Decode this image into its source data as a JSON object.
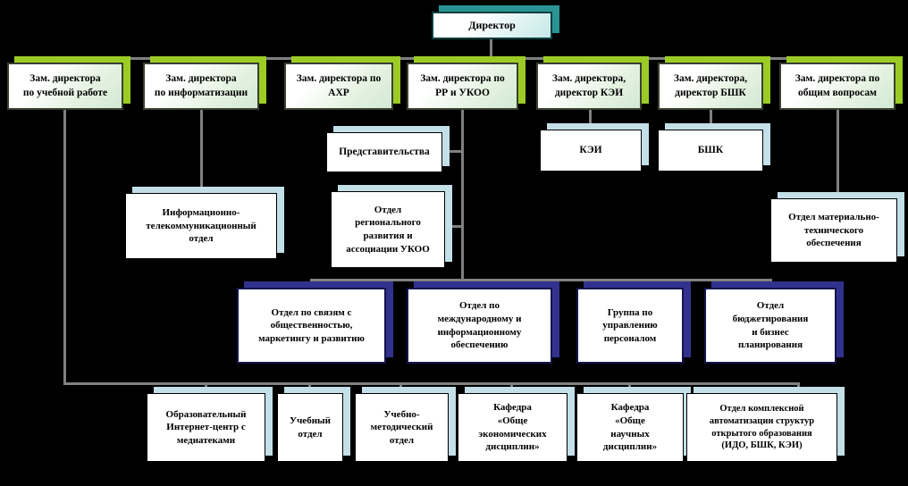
{
  "diagram": {
    "type": "org-chart",
    "colors": {
      "background": "#000000",
      "connector": "#808080",
      "director_shadow": "#2a9494",
      "deputy_shadow": "#9dcb26",
      "department_shadow": "#c3dfe8",
      "division_shadow": "#32328e",
      "box_fill": "#ffffff",
      "text": "#000000"
    },
    "nodes": {
      "director": {
        "label": "Директор"
      },
      "deputy_study": {
        "label": "Зам. директора\nпо учебной работе"
      },
      "deputy_inform": {
        "label": "Зам. директора\nпо информатизации"
      },
      "deputy_ahr": {
        "label": "Зам. директора по\nАХР"
      },
      "deputy_rr_ukoo": {
        "label": "Зам. директора по\nРР и УКОО"
      },
      "deputy_kei": {
        "label": "Зам. директора,\nдиректор КЭИ"
      },
      "deputy_bshk": {
        "label": "Зам. директора,\nдиректор БШК"
      },
      "deputy_general": {
        "label": "Зам. директора по\nобщим вопросам"
      },
      "predstavitelstva": {
        "label": "Представительства"
      },
      "kei": {
        "label": "КЭИ"
      },
      "bshk": {
        "label": "БШК"
      },
      "it_telecom": {
        "label": "Информационно-\nтелекоммуникационный\nотдел"
      },
      "regional_dev": {
        "label": "Отдел\nрегионального\nразвития и\nассоциации УКОО"
      },
      "material_tech": {
        "label": "Отдел материально-\nтехнического\nобеспечения"
      },
      "pr_marketing": {
        "label": "Отдел по связям с\nобщественностью,\nмаркетингу и развитию"
      },
      "international": {
        "label": "Отдел по\nмеждународному и\nинформационному\nобеспечению"
      },
      "hr_group": {
        "label": "Группа по\nуправлению\nперсоналом"
      },
      "budgeting": {
        "label": "Отдел\nбюджетирования\nи бизнес\nпланирования"
      },
      "internet_center": {
        "label": "Образовательный\nИнтернет-центр с\nмедиатеками"
      },
      "study_dept": {
        "label": "Учебный\nотдел"
      },
      "methodical_dept": {
        "label": "Учебно-\nметодический\nотдел"
      },
      "chair_econ": {
        "label": "Кафедра\n«Обще\nэкономических\nдисциплин»"
      },
      "chair_science": {
        "label": "Кафедра\n«Обще\nнаучных\nдисциплин»"
      },
      "automation_dept": {
        "label": "Отдел комплексной\nавтоматизации структур\nоткрытого образования\n(ИДО, БШК, КЭИ)"
      }
    },
    "hierarchy": [
      {
        "parent": "director",
        "children": [
          "deputy_study",
          "deputy_inform",
          "deputy_ahr",
          "deputy_rr_ukoo",
          "deputy_kei",
          "deputy_bshk",
          "deputy_general"
        ]
      },
      {
        "parent": "deputy_study",
        "children": [
          "internet_center",
          "study_dept",
          "methodical_dept",
          "chair_econ",
          "chair_science",
          "automation_dept"
        ]
      },
      {
        "parent": "deputy_inform",
        "children": [
          "it_telecom"
        ]
      },
      {
        "parent": "deputy_rr_ukoo",
        "children": [
          "predstavitelstva",
          "regional_dev",
          "pr_marketing",
          "international",
          "hr_group",
          "budgeting"
        ]
      },
      {
        "parent": "deputy_kei",
        "children": [
          "kei"
        ]
      },
      {
        "parent": "deputy_bshk",
        "children": [
          "bshk"
        ]
      },
      {
        "parent": "deputy_general",
        "children": [
          "material_tech"
        ]
      }
    ]
  }
}
